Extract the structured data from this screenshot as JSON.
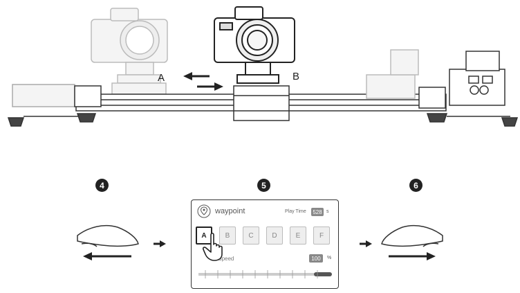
{
  "diagram": {
    "position_labels": {
      "a": "A",
      "b": "B"
    },
    "steps": [
      "4",
      "5",
      "6"
    ],
    "panel": {
      "title": "waypoint",
      "play_time_label": "Play Time",
      "play_time_value": "528",
      "play_time_unit": "s",
      "waypoints": [
        "A",
        "B",
        "C",
        "D",
        "E",
        "F"
      ],
      "active_waypoint": "A",
      "speed_label": "alSpeed",
      "speed_value": "100",
      "speed_unit": "%"
    },
    "icons": [
      "camera-icon",
      "slider-rail-icon",
      "hand-icon",
      "pointing-hand-icon",
      "location-pin-icon",
      "arrow-left-icon",
      "arrow-right-icon"
    ]
  }
}
